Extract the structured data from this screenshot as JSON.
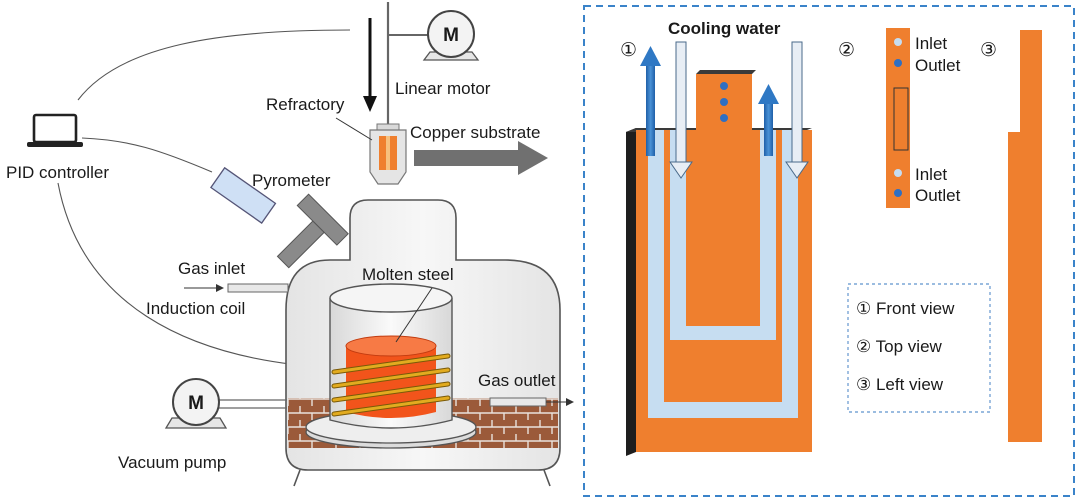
{
  "apparatus": {
    "motor_symbol": "M",
    "pump_symbol": "M",
    "labels": {
      "linear_motor": "Linear motor",
      "refractory": "Refractory",
      "copper_substrate": "Copper substrate",
      "pid_controller": "PID controller",
      "pyrometer": "Pyrometer",
      "gas_inlet": "Gas inlet",
      "induction_coil": "Induction coil",
      "molten_steel": "Molten steel",
      "gas_outlet": "Gas outlet",
      "vacuum_pump": "Vacuum pump"
    }
  },
  "substrate_detail": {
    "cooling_water": "Cooling water",
    "markers": {
      "front": "①",
      "top": "②",
      "left": "③"
    },
    "top_view": {
      "inlet_1": "Inlet",
      "outlet_1": "Outlet",
      "inlet_2": "Inlet",
      "outlet_2": "Outlet"
    },
    "legend": {
      "front": "① Front view",
      "top": "② Top view",
      "left": "③ Left view"
    }
  },
  "colors": {
    "copper_orange": "#ef7f2e",
    "cooling_light_blue": "#c6ddf1",
    "arrow_blue": "#2f78c4",
    "frame_dashed_blue": "#3a83c9",
    "molten_red": "#f2541b",
    "coil_gold": "#d8a018",
    "brick_brown": "#9b5a3a"
  }
}
